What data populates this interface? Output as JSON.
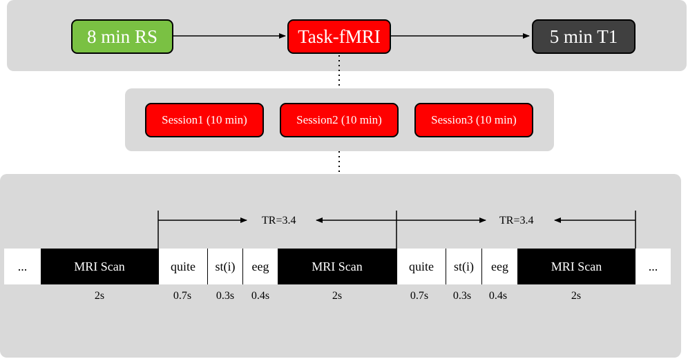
{
  "phases": {
    "rs": "8 min RS",
    "task": "Task-fMRI",
    "t1": "5 min T1"
  },
  "sessions": [
    "Session1 (10 min)",
    "Session2 (10 min)",
    "Session3 (10 min)"
  ],
  "timeline": {
    "ellipsis": "...",
    "scan": "MRI Scan",
    "quite": "quite",
    "st": "st(i)",
    "eeg": "eeg",
    "tr": "TR=3.4",
    "durations": {
      "scan": "2s",
      "quite": "0.7s",
      "st": "0.3s",
      "eeg": "0.4s"
    }
  },
  "colors": {
    "rs": "#7ac143",
    "task": "#ff0000",
    "t1": "#404040",
    "panel": "#d9d9d9"
  }
}
